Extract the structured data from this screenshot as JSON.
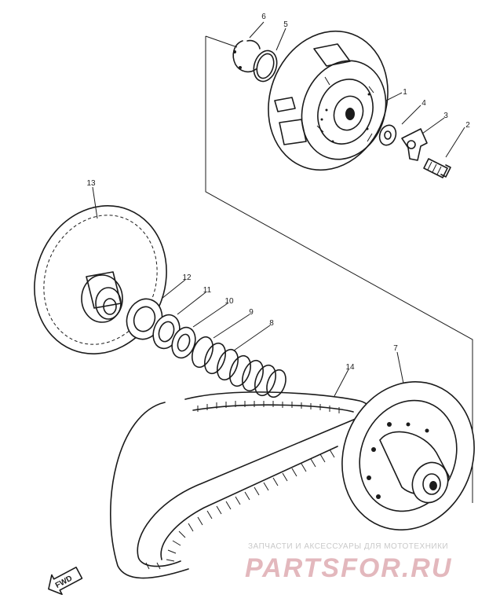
{
  "diagram": {
    "callouts": [
      {
        "id": "c1",
        "label": "1"
      },
      {
        "id": "c2",
        "label": "2"
      },
      {
        "id": "c3",
        "label": "3"
      },
      {
        "id": "c4",
        "label": "4"
      },
      {
        "id": "c5",
        "label": "5"
      },
      {
        "id": "c6",
        "label": "6"
      },
      {
        "id": "c7",
        "label": "7"
      },
      {
        "id": "c8",
        "label": "8"
      },
      {
        "id": "c9",
        "label": "9"
      },
      {
        "id": "c10",
        "label": "10"
      },
      {
        "id": "c11",
        "label": "11"
      },
      {
        "id": "c12",
        "label": "12"
      },
      {
        "id": "c13",
        "label": "13"
      },
      {
        "id": "c14",
        "label": "14"
      }
    ],
    "fwd_label": "FWD"
  },
  "watermark": {
    "tagline": "ЗАПЧАСТИ И АКСЕССУАРЫ ДЛЯ МОТОТЕХНИКИ",
    "brand": "PARTSFOR.RU"
  },
  "colors": {
    "line": "#1b1b1b",
    "watermark_brand": "#e3b8bd",
    "watermark_tagline": "#c9c9c9"
  }
}
